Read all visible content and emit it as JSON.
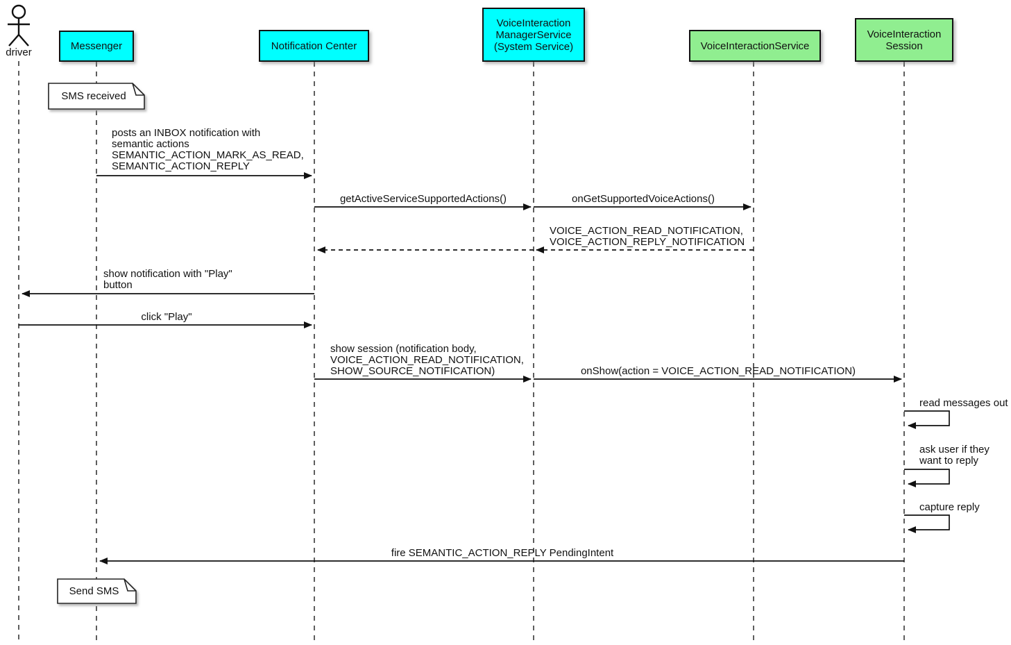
{
  "diagram": {
    "kind": "uml-sequence-diagram",
    "topic": "voice interaction notification flow",
    "colors": {
      "participant_cyan": "#00ffff",
      "participant_green": "#90ee90",
      "line": "#111111",
      "background": "#ffffff",
      "note_fill": "#ffffff"
    }
  },
  "participants": [
    {
      "id": "driver",
      "label": "driver",
      "type": "actor"
    },
    {
      "id": "messenger",
      "label": "Messenger",
      "type": "box",
      "fill": "#00ffff"
    },
    {
      "id": "notification-center",
      "label": "Notification Center",
      "type": "box",
      "fill": "#00ffff"
    },
    {
      "id": "voice-interaction-manager-service",
      "label": "VoiceInteraction\nManagerService\n(System Service)",
      "type": "box",
      "fill": "#00ffff"
    },
    {
      "id": "voice-interaction-service",
      "label": "VoiceInteractionService",
      "type": "box",
      "fill": "#90ee90"
    },
    {
      "id": "voice-interaction-session",
      "label": "VoiceInteraction\nSession",
      "type": "box",
      "fill": "#90ee90"
    }
  ],
  "notes": [
    {
      "over": "Messenger",
      "text": "SMS received"
    },
    {
      "over": "Messenger",
      "text": "Send SMS"
    }
  ],
  "messages": [
    {
      "from": "Messenger",
      "to": "Notification Center",
      "style": "solid",
      "label": "posts an INBOX notification with\nsemantic actions\nSEMANTIC_ACTION_MARK_AS_READ,\nSEMANTIC_ACTION_REPLY"
    },
    {
      "from": "Notification Center",
      "to": "VoiceInteractionManagerService",
      "style": "solid",
      "label": "getActiveServiceSupportedActions()"
    },
    {
      "from": "VoiceInteractionManagerService",
      "to": "VoiceInteractionService",
      "style": "solid",
      "label": "onGetSupportedVoiceActions()"
    },
    {
      "from": "VoiceInteractionService",
      "to": "VoiceInteractionManagerService",
      "style": "dashed",
      "label": "VOICE_ACTION_READ_NOTIFICATION,\nVOICE_ACTION_REPLY_NOTIFICATION"
    },
    {
      "from": "VoiceInteractionManagerService",
      "to": "Notification Center",
      "style": "dashed",
      "label": ""
    },
    {
      "from": "Notification Center",
      "to": "driver",
      "style": "solid",
      "label": "show notification with \"Play\"\nbutton"
    },
    {
      "from": "driver",
      "to": "Notification Center",
      "style": "solid",
      "label": "click \"Play\""
    },
    {
      "from": "Notification Center",
      "to": "VoiceInteractionManagerService",
      "style": "solid",
      "label": "show session (notification body,\nVOICE_ACTION_READ_NOTIFICATION,\nSHOW_SOURCE_NOTIFICATION)"
    },
    {
      "from": "VoiceInteractionManagerService",
      "to": "VoiceInteractionSession",
      "style": "solid",
      "label": "onShow(action = VOICE_ACTION_READ_NOTIFICATION)"
    },
    {
      "from": "VoiceInteractionSession",
      "to": "VoiceInteractionSession",
      "style": "self",
      "label": "read messages out"
    },
    {
      "from": "VoiceInteractionSession",
      "to": "VoiceInteractionSession",
      "style": "self",
      "label": "ask user if they\nwant to reply"
    },
    {
      "from": "VoiceInteractionSession",
      "to": "VoiceInteractionSession",
      "style": "self",
      "label": "capture reply"
    },
    {
      "from": "VoiceInteractionSession",
      "to": "Messenger",
      "style": "solid",
      "label": "fire SEMANTIC_ACTION_REPLY PendingIntent"
    }
  ]
}
